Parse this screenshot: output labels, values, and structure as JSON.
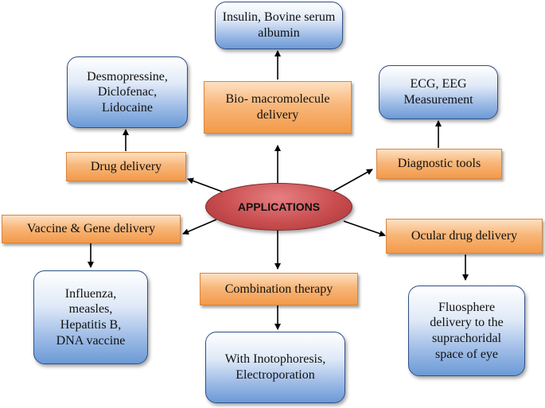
{
  "center": {
    "label": "APPLICATIONS"
  },
  "applications": {
    "bio_macromolecule": {
      "label": "Bio- macromolecule delivery",
      "example": "Insulin, Bovine serum albumin"
    },
    "drug_delivery": {
      "label": "Drug delivery",
      "example": "Desmopressine, Diclofenac, Lidocaine"
    },
    "diagnostic_tools": {
      "label": "Diagnostic tools",
      "example": "ECG, EEG Measurement"
    },
    "vaccine_gene": {
      "label": "Vaccine & Gene delivery",
      "example": "Influenza, measles, Hepatitis B, DNA vaccine"
    },
    "ocular": {
      "label": "Ocular drug delivery",
      "example": "Fluosphere delivery to the suprachoridal space of eye"
    },
    "combination": {
      "label": "Combination therapy",
      "example": "With Inotophoresis, Electroporation"
    }
  },
  "colors": {
    "category_fill": "#f8b77a",
    "example_fill": "#9dbbe6",
    "center_fill": "#c94e50",
    "arrow": "#000000"
  }
}
